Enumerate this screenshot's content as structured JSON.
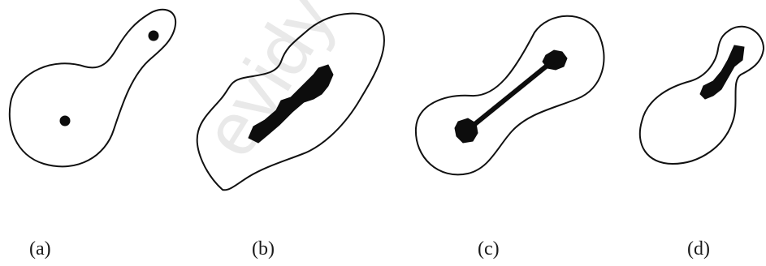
{
  "figure": {
    "panels": [
      {
        "id": "a",
        "caption": "(a)"
      },
      {
        "id": "b",
        "caption": "(b)"
      },
      {
        "id": "c",
        "caption": "(c)"
      },
      {
        "id": "d",
        "caption": "(d)"
      }
    ],
    "watermark": "evidy",
    "colors": {
      "ink": "#111111",
      "fill": "#0d0d0d",
      "background": "#ffffff",
      "watermark": "#e9e9e9"
    }
  }
}
